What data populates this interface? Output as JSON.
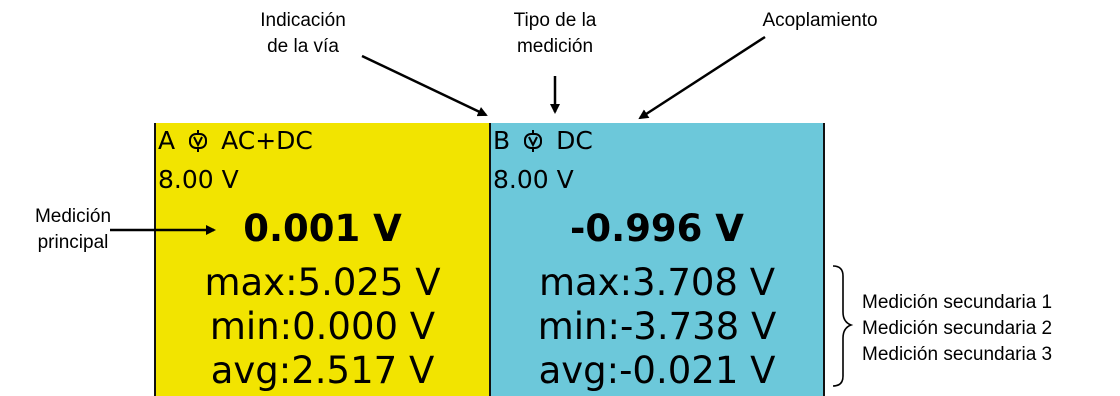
{
  "callouts": {
    "channel": [
      "Indicación",
      "de la vía"
    ],
    "type": [
      "Tipo de la",
      "medición"
    ],
    "coupling": "Acoplamiento",
    "main": [
      "Medición",
      "principal"
    ],
    "secondary": [
      "Medición secundaria 1",
      "Medición secundaria 2",
      "Medición secundaria 3"
    ]
  },
  "channels": [
    {
      "id": "A",
      "coupling": "AC+DC",
      "probe_icon": "voltage-probe-icon",
      "range": "8.00 V",
      "main": "0.001 V",
      "max": "max:5.025 V",
      "min": "min:0.000 V",
      "avg": "avg:2.517 V",
      "color": "#f2e400"
    },
    {
      "id": "B",
      "coupling": "DC",
      "probe_icon": "voltage-probe-icon",
      "range": "8.00 V",
      "main": "-0.996 V",
      "max": "max:3.708 V",
      "min": "min:-3.738 V",
      "avg": "avg:-0.021 V",
      "color": "#6cc8da"
    }
  ]
}
